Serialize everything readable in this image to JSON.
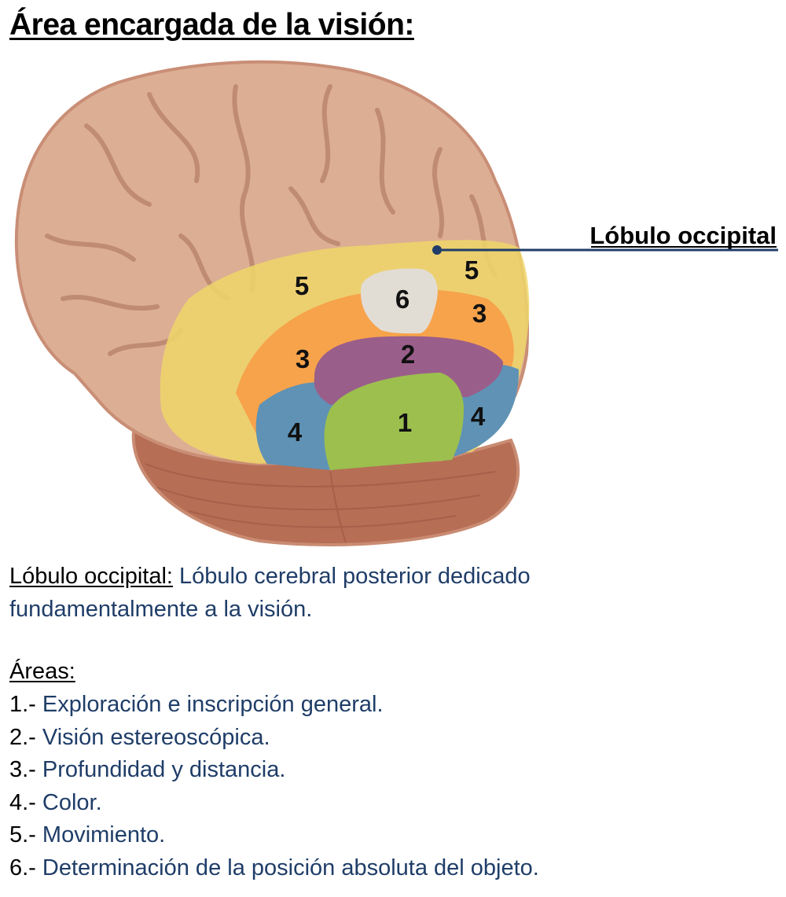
{
  "title": "Área encargada de la visión:",
  "lobe_label": "Lóbulo occipital",
  "region_numbers": {
    "r5a": "5",
    "r5b": "5",
    "r6": "6",
    "r3a": "3",
    "r3b": "3",
    "r2": "2",
    "r1": "1",
    "r4a": "4",
    "r4b": "4"
  },
  "region_colors": {
    "area1": "#9cbf4e",
    "area2": "#9a5e8a",
    "area3": "#f7a34b",
    "area4": "#5f92b5",
    "area5": "#efd66a",
    "area6": "#e2ddd4",
    "brain": "#dcae94",
    "cerebellum": "#b66e55",
    "pointer": "#1f3d68"
  },
  "description": {
    "term": "Lóbulo occipital:",
    "text": "Lóbulo cerebral posterior dedicado fundamentalmente a la visión."
  },
  "areas_heading": "Áreas:",
  "areas": [
    {
      "num": "1.-",
      "label": "Exploración e inscripción general."
    },
    {
      "num": "2.-",
      "label": "Visión estereoscópica."
    },
    {
      "num": "3.-",
      "label": "Profundidad y distancia."
    },
    {
      "num": "4.-",
      "label": "Color."
    },
    {
      "num": "5.-",
      "label": "Movimiento."
    },
    {
      "num": "6.-",
      "label": "Determinación de la posición absoluta del objeto."
    }
  ]
}
